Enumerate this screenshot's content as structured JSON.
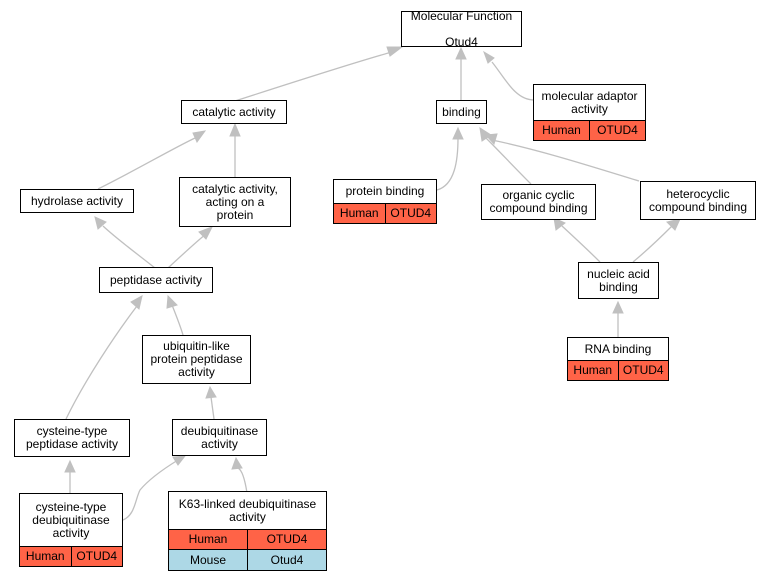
{
  "root": {
    "title": "Molecular Function",
    "gene": "Otud4"
  },
  "nodes": {
    "catalytic": "catalytic activity",
    "binding": "binding",
    "adaptor": "molecular adaptor\nactivity",
    "hydrolase": "hydrolase activity",
    "catalytic_protein": "catalytic activity,\nacting on a\nprotein",
    "protein_binding": "protein binding",
    "organic_cyclic": "organic cyclic\ncompound binding",
    "heterocyclic": "heterocyclic\ncompound binding",
    "peptidase": "peptidase activity",
    "nucleic_acid": "nucleic acid\nbinding",
    "ubl_peptidase": "ubiquitin-like\nprotein peptidase\nactivity",
    "rna_binding": "RNA binding",
    "cysteine_peptidase": "cysteine-type\npeptidase activity",
    "deubiquitinase": "deubiquitinase\nactivity",
    "cys_deubiquitinase": "cysteine-type\ndeubiquitinase\nactivity",
    "k63": "K63-linked deubiquitinase\nactivity"
  },
  "annotations": {
    "human": {
      "species": "Human",
      "gene": "OTUD4",
      "color": "#ff6347"
    },
    "mouse": {
      "species": "Mouse",
      "gene": "Otud4",
      "color": "#add8e6"
    }
  },
  "edge_color": "#c0c0c0"
}
